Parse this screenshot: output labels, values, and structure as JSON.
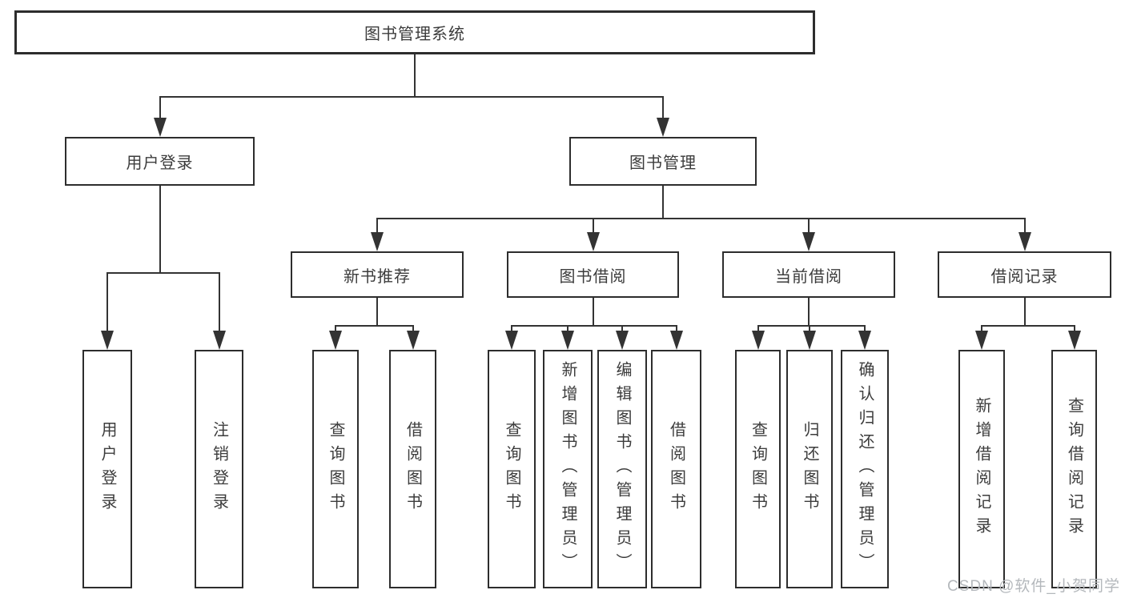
{
  "diagram": {
    "title": "图书管理系统",
    "watermark": "CSDN @软件_小贺同学",
    "colors": {
      "background": "#ffffff",
      "line": "#333333",
      "border": "#2d2d2d",
      "text": "#3c3c3c",
      "watermark": "#b4b8bc"
    },
    "nodes": {
      "library-system": {
        "label": "图书管理系统"
      },
      "user-login": {
        "label": "用户登录"
      },
      "book-management": {
        "label": "图书管理"
      },
      "new-book-recommend": {
        "label": "新书推荐"
      },
      "book-borrowing": {
        "label": "图书借阅"
      },
      "current-borrowing": {
        "label": "当前借阅"
      },
      "borrowing-records": {
        "label": "借阅记录"
      },
      "user-login-leaf": {
        "label": "用户登录"
      },
      "logout-leaf": {
        "label": "注销登录"
      },
      "nbr-query-books": {
        "label": "查询图书"
      },
      "nbr-borrow-books": {
        "label": "借阅图书"
      },
      "bb-query-books": {
        "label": "查询图书"
      },
      "bb-add-books-admin": {
        "label": "新增图书（管理员）"
      },
      "bb-edit-books-admin": {
        "label": "编辑图书（管理员）"
      },
      "bb-borrow-books": {
        "label": "借阅图书"
      },
      "cb-query-books": {
        "label": "查询图书"
      },
      "cb-return-books": {
        "label": "归还图书"
      },
      "cb-confirm-return-admin": {
        "label": "确认归还（管理员）"
      },
      "br-add-borrow-record": {
        "label": "新增借阅记录"
      },
      "br-query-borrow-record": {
        "label": "查询借阅记录"
      }
    },
    "hierarchy": {
      "library-system": [
        "user-login",
        "book-management"
      ],
      "user-login": [
        "user-login-leaf",
        "logout-leaf"
      ],
      "book-management": [
        "new-book-recommend",
        "book-borrowing",
        "current-borrowing",
        "borrowing-records"
      ],
      "new-book-recommend": [
        "nbr-query-books",
        "nbr-borrow-books"
      ],
      "book-borrowing": [
        "bb-query-books",
        "bb-add-books-admin",
        "bb-edit-books-admin",
        "bb-borrow-books"
      ],
      "current-borrowing": [
        "cb-query-books",
        "cb-return-books",
        "cb-confirm-return-admin"
      ],
      "borrowing-records": [
        "br-add-borrow-record",
        "br-query-borrow-record"
      ]
    }
  }
}
